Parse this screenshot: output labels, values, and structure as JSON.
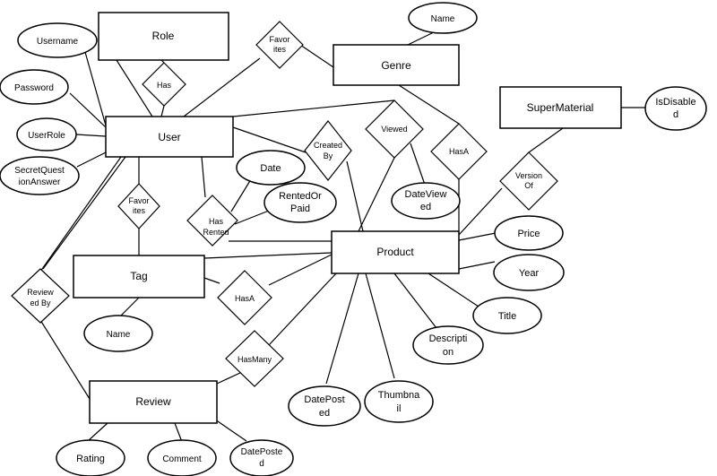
{
  "entities": {
    "role": "Role",
    "user": "User",
    "genre": "Genre",
    "supermaterial": "SuperMaterial",
    "product": "Product",
    "tag": "Tag",
    "review": "Review"
  },
  "attributes": {
    "name_genre": "Name",
    "username": "Username",
    "password": "Password",
    "userrole": "UserRole",
    "secretq": [
      "SecretQuest",
      "ionAnswer"
    ],
    "isdisabled": [
      "IsDisable",
      "d"
    ],
    "date": "Date",
    "rentedorpaid": [
      "RentedOr",
      "Paid"
    ],
    "dateviewed": [
      "DateView",
      "ed"
    ],
    "price": "Price",
    "year": "Year",
    "title": "Title",
    "description": [
      "Descripti",
      "on"
    ],
    "thumbnail": [
      "Thumbna",
      "il"
    ],
    "dateposted_product": [
      "DatePost",
      "ed"
    ],
    "name_tag": "Name",
    "rating": "Rating",
    "comment": "Comment",
    "dateposted_review": [
      "DatePoste",
      "d"
    ]
  },
  "relationships": {
    "favorites_top": [
      "Favor",
      "ites"
    ],
    "has": "Has",
    "viewed": "Viewed",
    "createdby": [
      "Created",
      "By"
    ],
    "hasa_genre": "HasA",
    "versionof": [
      "Version",
      "Of"
    ],
    "favorites_tag": [
      "Favor",
      "ites"
    ],
    "hasrented": [
      "Has",
      "Rented"
    ],
    "reviewedby": [
      "Review",
      "ed By"
    ],
    "hasa_tag": "HasA",
    "hasmany": "HasMany"
  }
}
